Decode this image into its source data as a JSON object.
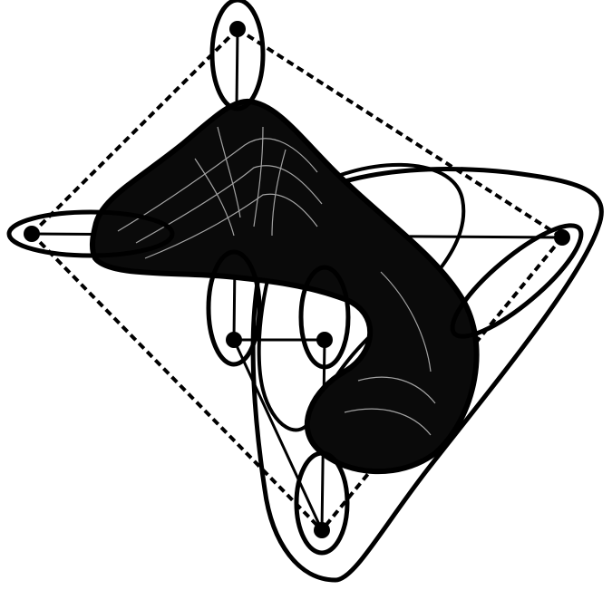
{
  "diagram": {
    "kind": "hypergraph",
    "node_count": 6,
    "filled_hyperedge_count": 1,
    "outline_hyperedge_count": 7,
    "colors": {
      "background": "#ffffff",
      "ink": "#000000",
      "fill_region": "#0a0a0a",
      "inner_hatching": "#bdbdbd"
    },
    "edge_styles": [
      "solid",
      "dashed"
    ]
  }
}
